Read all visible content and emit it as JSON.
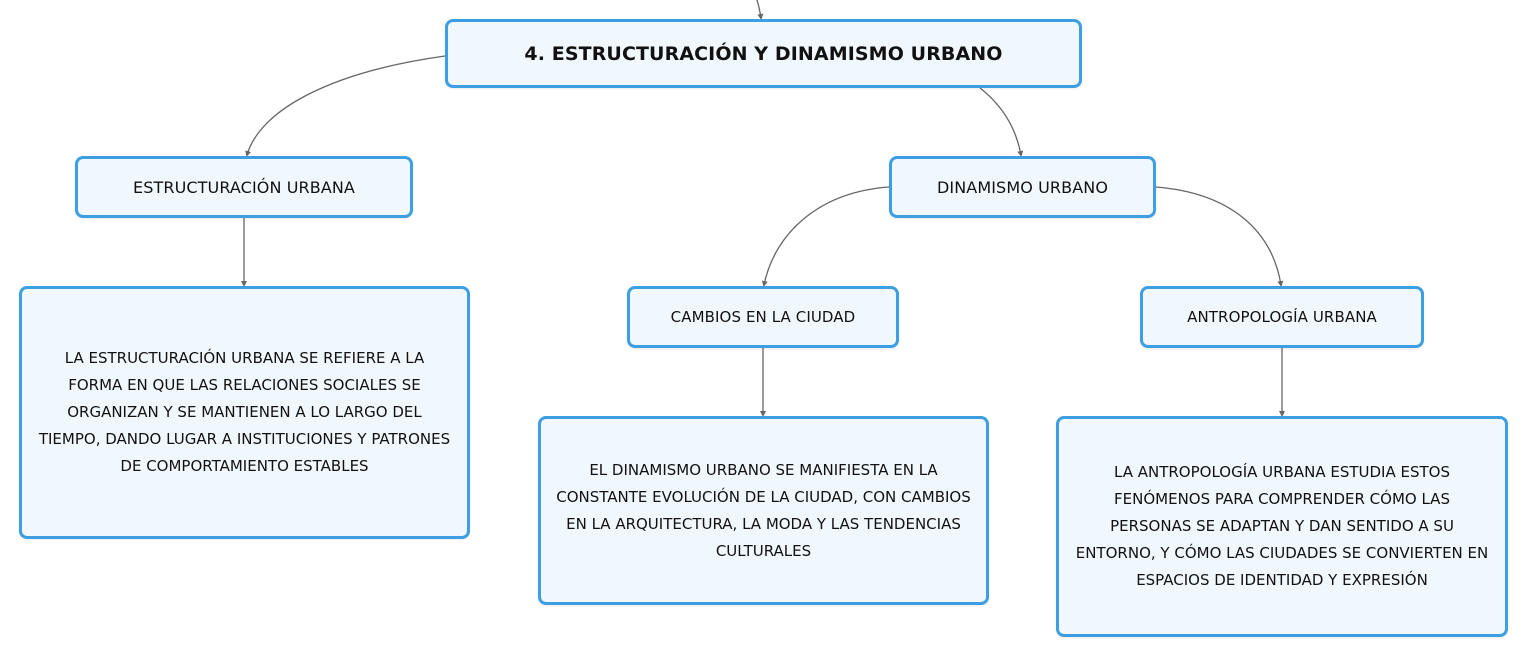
{
  "diagram": {
    "root": {
      "title": "4. ESTRUCTURACIÓN Y DINAMISMO URBANO"
    },
    "estructuracion": {
      "label": "ESTRUCTURACIÓN URBANA",
      "description": "LA ESTRUCTURACIÓN URBANA SE REFIERE A LA FORMA EN QUE LAS RELACIONES SOCIALES SE ORGANIZAN Y SE MANTIENEN A LO LARGO DEL TIEMPO, DANDO LUGAR A INSTITUCIONES Y PATRONES DE COMPORTAMIENTO ESTABLES"
    },
    "dinamismo": {
      "label": "DINAMISMO URBANO",
      "cambios": {
        "label": "CAMBIOS EN LA CIUDAD",
        "description": "EL DINAMISMO URBANO SE MANIFIESTA EN LA CONSTANTE EVOLUCIÓN DE LA CIUDAD, CON CAMBIOS EN LA ARQUITECTURA, LA MODA Y LAS TENDENCIAS CULTURALES"
      },
      "antropologia": {
        "label": "ANTROPOLOGÍA URBANA",
        "description": "LA ANTROPOLOGÍA URBANA ESTUDIA ESTOS FENÓMENOS PARA COMPRENDER CÓMO LAS PERSONAS SE ADAPTAN Y DAN SENTIDO A SU ENTORNO, Y CÓMO LAS CIUDADES SE CONVIERTEN EN ESPACIOS DE IDENTIDAD Y EXPRESIÓN"
      }
    }
  },
  "colors": {
    "node_border": "#3d9ee2",
    "node_fill": "#f1f8fd",
    "connector": "#666666",
    "text": "#111111"
  }
}
